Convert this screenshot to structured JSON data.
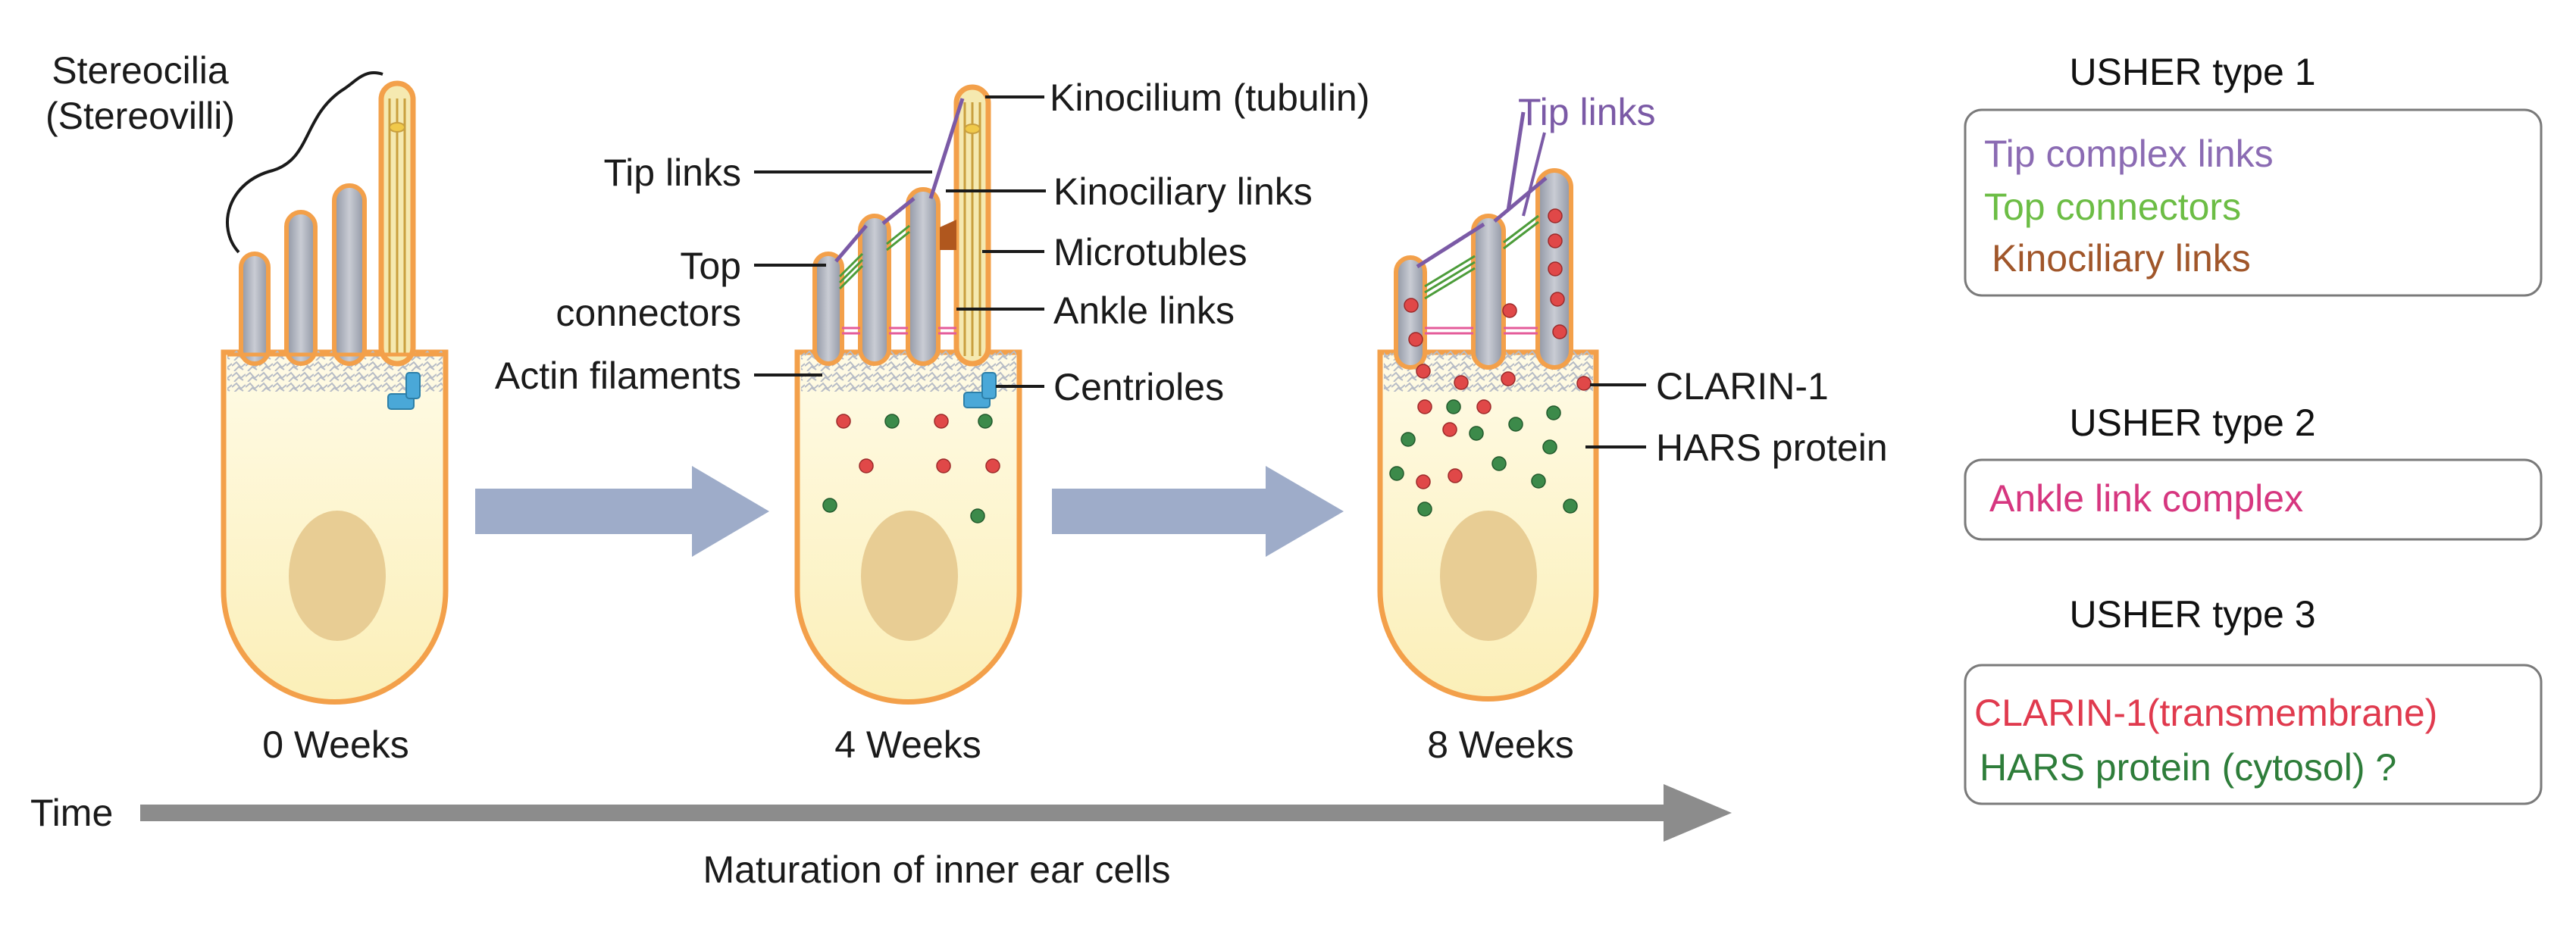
{
  "labels": {
    "stereocilia": [
      "Stereocilia",
      "(Stereovilli)"
    ],
    "kinocilium": "Kinocilium (tubulin)",
    "tip_links": "Tip links",
    "kinociliary_links": "Kinociliary links",
    "top_connectors": [
      "Top",
      "connectors"
    ],
    "microtubles": "Microtubles",
    "ankle_links": "Ankle links",
    "actin_filaments": "Actin filaments",
    "centrioles": "Centrioles",
    "tip_links_8w": "Tip links",
    "clarin": "CLARIN-1",
    "hars": "HARS protein"
  },
  "stages": [
    {
      "label": "0 Weeks"
    },
    {
      "label": "4 Weeks"
    },
    {
      "label": "8 Weeks"
    }
  ],
  "timeline": {
    "label": "Time",
    "caption": "Maturation of inner ear cells"
  },
  "legend": {
    "usher1": {
      "title": "USHER type 1",
      "items": [
        {
          "text": "Tip complex links",
          "color": "#8b6bb3"
        },
        {
          "text": "Top connectors",
          "color": "#6cbd45"
        },
        {
          "text": "Kinociliary links",
          "color": "#a0562a"
        }
      ]
    },
    "usher2": {
      "title": "USHER type 2",
      "items": [
        {
          "text": "Ankle link complex",
          "color": "#d6367f"
        }
      ]
    },
    "usher3": {
      "title": "USHER type 3",
      "items": [
        {
          "text": "CLARIN-1(transmembrane)",
          "color": "#e03a4e"
        },
        {
          "text": "HARS protein (cytosol) ?",
          "color": "#2e7d3a"
        }
      ]
    }
  },
  "colors": {
    "cell_fill": "#fbf4c8",
    "cell_outline": "#f3a04a",
    "nucleus": "#e8cd94",
    "stereocilia": "#a9adb8",
    "kinocilium": "#d9b85a",
    "arrow": "#9eacc9",
    "time_arrow": "#8c8c8c",
    "tip_links": "#7b5aa6",
    "top_connectors": "#4c9c3a",
    "ankle_links": "#e45b9a",
    "kinociliary": "#b0571e",
    "centriole": "#4aa8d8",
    "clarin_dot": "#e04848",
    "hars_dot": "#3c8a4a"
  }
}
